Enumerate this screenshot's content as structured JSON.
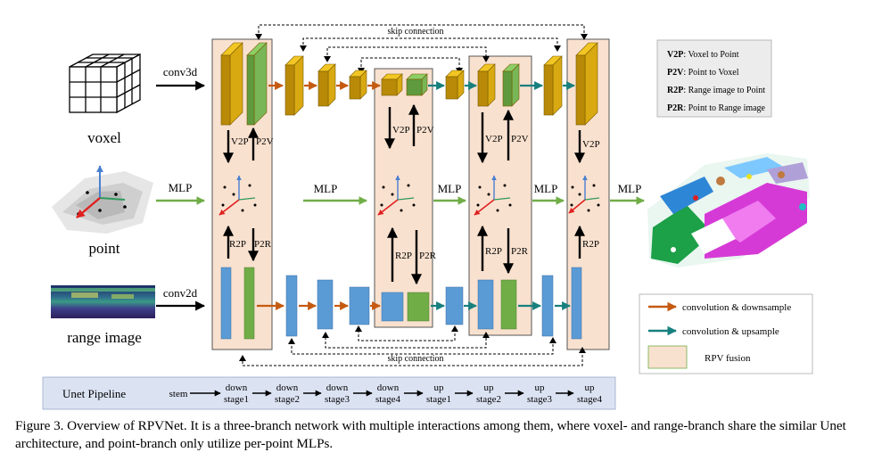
{
  "inputs": {
    "voxel_label": "voxel",
    "point_label": "point",
    "range_label": "range image",
    "conv3d": "conv3d",
    "mlp": "MLP",
    "conv2d": "conv2d"
  },
  "ops": {
    "v2p": "V2P",
    "p2v": "P2V",
    "r2p": "R2P",
    "p2r": "P2R",
    "mlp": "MLP",
    "skip_connection": "skip connection"
  },
  "abbreviations": [
    {
      "key": "V2P",
      "desc": ": Voxel to Point"
    },
    {
      "key": "P2V",
      "desc": ": Point to Voxel"
    },
    {
      "key": "R2P",
      "desc": ": Range image to Point"
    },
    {
      "key": "P2R",
      "desc": ": Point to Range image"
    }
  ],
  "legend": {
    "downsample": "convolution & downsample",
    "upsample": "convolution & upsample",
    "fusion": "RPV fusion"
  },
  "pipeline": {
    "title": "Unet Pipeline",
    "stages": [
      {
        "top": "",
        "bottom": "stem"
      },
      {
        "top": "down",
        "bottom": "stage1"
      },
      {
        "top": "down",
        "bottom": "stage2"
      },
      {
        "top": "down",
        "bottom": "stage3"
      },
      {
        "top": "down",
        "bottom": "stage4"
      },
      {
        "top": "up",
        "bottom": "stage1"
      },
      {
        "top": "up",
        "bottom": "stage2"
      },
      {
        "top": "up",
        "bottom": "stage3"
      },
      {
        "top": "up",
        "bottom": "stage4"
      }
    ]
  },
  "caption": "Figure 3. Overview of RPVNet. It is a three-branch network with multiple interactions among them, where voxel- and range-branch share the similar Unet architecture, and point-branch only utilize per-point MLPs.",
  "colors": {
    "fusion_fill": "#f9e1cf",
    "voxel_front": "#b88a07",
    "voxel_top": "#f2c623",
    "voxel_side": "#d9a912",
    "green_front": "#5f9a3e",
    "green_top": "#8ccf66",
    "blue": "#5b9bd5",
    "blue_green": "#70ad47",
    "down_arrow": "#c55a11",
    "up_arrow": "#17807e",
    "mlp_arrow": "#70ad47",
    "pipeline_bg": "#dbe3f3"
  }
}
